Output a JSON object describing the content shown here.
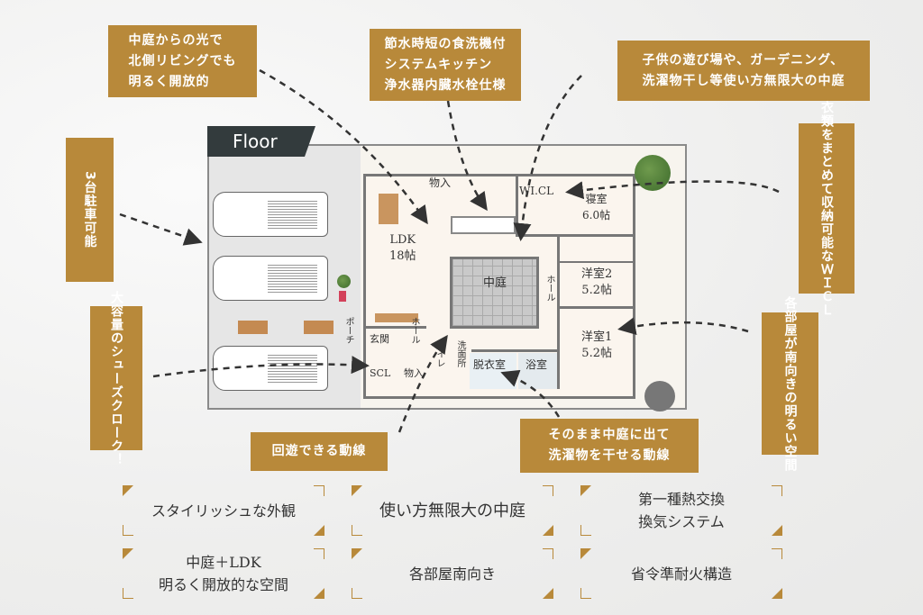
{
  "floor_tag": "Floor",
  "callouts": {
    "courtyard_light": [
      "中庭からの光で",
      "北側リビングでも",
      "明るく開放的"
    ],
    "kitchen": [
      "節水時短の食洗機付",
      "システムキッチン",
      "浄水器内臓水栓仕様"
    ],
    "courtyard_use": [
      "子供の遊び場や、ガーデニング、",
      "洗濯物干し等使い方無限大の中庭"
    ],
    "parking": [
      "3台駐車可能"
    ],
    "wicl": [
      "衣類をまとめて収納",
      "可能なＷＩＣＬ"
    ],
    "shoe_closet": [
      "大容量の",
      "シューズクローク！"
    ],
    "south_rooms": [
      "各部屋が南向きの",
      "明るい空間"
    ],
    "circulation": [
      "回遊できる動線"
    ],
    "laundry": [
      "そのまま中庭に出て",
      "洗濯物を干せる動線"
    ]
  },
  "rooms": {
    "storage_top": "物入",
    "wicl": "WI.CL",
    "bedroom": "寝室",
    "bedroom_size": "6.0帖",
    "ldk": "LDK",
    "ldk_size": "18帖",
    "courtyard": "中庭",
    "hall_right": "ホール",
    "room2": "洋室2",
    "room2_size": "5.2帖",
    "room1": "洋室1",
    "room1_size": "5.2帖",
    "porch": "ポーチ",
    "entrance": "玄関",
    "hall_left": "ホール",
    "scl": "SCL",
    "storage_bottom": "物入",
    "toilet": "トイレ",
    "washroom": "洗面所",
    "dressing": "脱衣室",
    "bath": "浴室"
  },
  "features": [
    [
      "スタイリッシュな外観"
    ],
    [
      "使い方無限大の中庭"
    ],
    [
      "第一種熱交換",
      "換気システム"
    ],
    [
      "中庭＋LDK",
      "明るく開放的な空間"
    ],
    [
      "各部屋南向き"
    ],
    [
      "省令準耐火構造"
    ]
  ],
  "colors": {
    "accent": "#b8893a",
    "tag": "#333b3d"
  }
}
